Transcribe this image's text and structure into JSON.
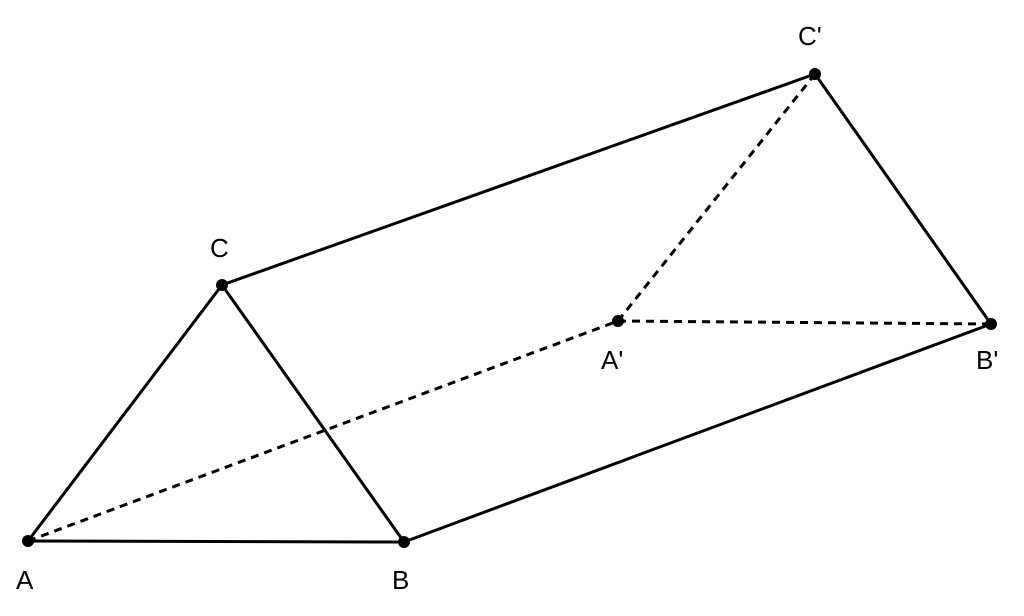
{
  "figure": {
    "ink_color": "#000000",
    "background_color": "#ffffff",
    "vertices": {
      "A": {
        "label": "A"
      },
      "B": {
        "label": "B"
      },
      "C": {
        "label": "C"
      },
      "A1": {
        "label": "A'"
      },
      "B1": {
        "label": "B'"
      },
      "C1": {
        "label": "C'"
      }
    },
    "edges": [
      {
        "id": "AB",
        "from": "A",
        "to": "B",
        "style": "solid"
      },
      {
        "id": "AC",
        "from": "A",
        "to": "C",
        "style": "solid"
      },
      {
        "id": "BC",
        "from": "B",
        "to": "C",
        "style": "solid"
      },
      {
        "id": "CC1",
        "from": "C",
        "to": "C1",
        "style": "solid"
      },
      {
        "id": "BB1",
        "from": "B",
        "to": "B1",
        "style": "solid"
      },
      {
        "id": "C1B1",
        "from": "C1",
        "to": "B1",
        "style": "solid"
      },
      {
        "id": "AA1",
        "from": "A",
        "to": "A1",
        "style": "dashed"
      },
      {
        "id": "A1B1",
        "from": "A1",
        "to": "B1",
        "style": "dashed"
      },
      {
        "id": "A1C1",
        "from": "A1",
        "to": "C1",
        "style": "dashed"
      }
    ]
  }
}
